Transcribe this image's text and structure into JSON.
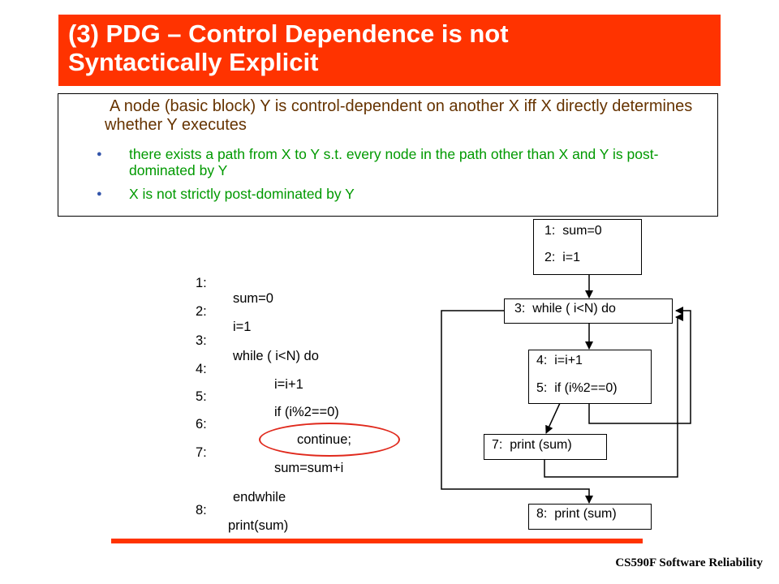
{
  "title": {
    "line1": "(3) PDG – Control Dependence is not",
    "line2": "Syntactically Explicit"
  },
  "definition": {
    "main": "A node (basic block) Y is control-dependent on another X iff X directly determines whether Y executes",
    "bullets": [
      "there exists a path from X to Y s.t. every node in the path other than X and Y is post-dominated by Y",
      "X is not strictly post-dominated by Y"
    ]
  },
  "code": [
    {
      "num": "1:",
      "text": "sum=0"
    },
    {
      "num": "2:",
      "text": "i=1"
    },
    {
      "num": "3:",
      "text": "while ( i<N) do"
    },
    {
      "num": "4:",
      "text": "i=i+1"
    },
    {
      "num": "5:",
      "text": "if (i%2==0)"
    },
    {
      "num": "6:",
      "text": "continue;"
    },
    {
      "num": "7:",
      "text": "sum=sum+i"
    },
    {
      "num": "",
      "text": "endwhile"
    },
    {
      "num": "8:",
      "text": "print(sum)"
    }
  ],
  "cfg": {
    "block1": [
      "1:  sum=0",
      "2:  i=1"
    ],
    "block3": "3:  while ( i<N) do",
    "block4": [
      "4:  i=i+1",
      "5:  if (i%2==0)"
    ],
    "block7": "7:  print (sum)",
    "block8": "8:  print (sum)"
  },
  "footer": "CS590F Software Reliability",
  "colors": {
    "title_bg": "#ff3300",
    "definition_text": "#663300",
    "bullet_text": "#009900",
    "highlight_oval": "#e0291c"
  }
}
